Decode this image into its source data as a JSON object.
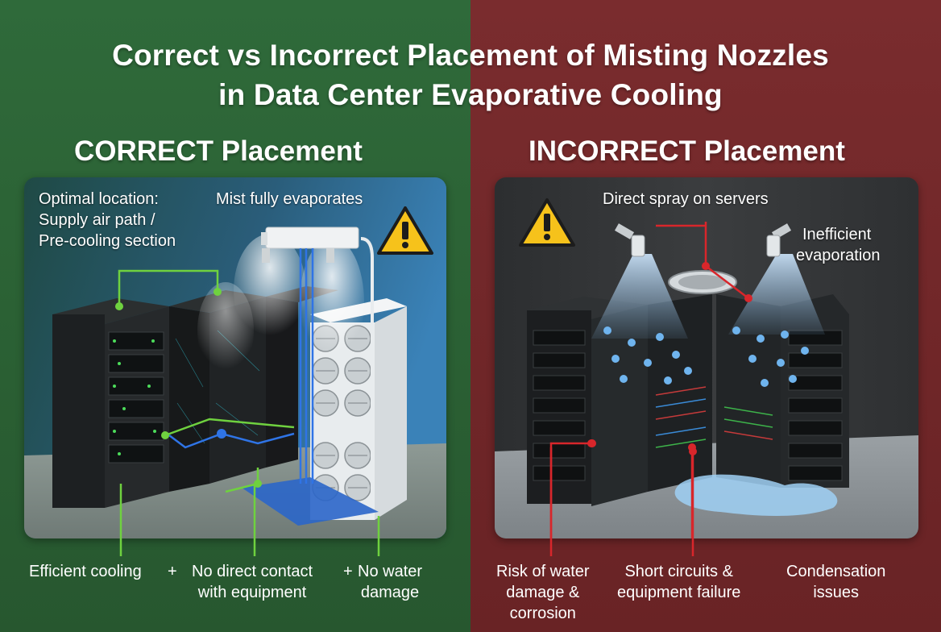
{
  "title": {
    "line1": "Correct vs Incorrect Placement of Misting Nozzles",
    "line2": "in Data Center Evaporative Cooling"
  },
  "colors": {
    "correct_bg": "#2f6a3a",
    "incorrect_bg": "#7a2c2e",
    "correct_line": "#6fd13f",
    "incorrect_line": "#d8262b",
    "warning_yellow": "#f6c21b"
  },
  "correct": {
    "heading": "CORRECT Placement",
    "callouts": {
      "location_line1": "Optimal location:",
      "location_line2": "Supply air path /",
      "location_line3": "Pre-cooling section",
      "mist": "Mist fully evaporates"
    },
    "captions": {
      "efficient": "Efficient cooling",
      "no_contact_line1": "No direct contact",
      "no_contact_line2": "with equipment",
      "no_water_line1": "No water",
      "no_water_line2": "damage"
    },
    "plus_sign": "+",
    "icons": [
      "warning-triangle-icon",
      "misting-nozzle-icon",
      "cooling-unit-fan-icon"
    ]
  },
  "incorrect": {
    "heading": "INCORRECT Placement",
    "callouts": {
      "direct_spray": "Direct spray on servers",
      "inefficient_line1": "Inefficient",
      "inefficient_line2": "evaporation"
    },
    "captions": {
      "risk_line1": "Risk of water",
      "risk_line2": "damage &",
      "risk_line3": "corrosion",
      "short_line1": "Short circuits &",
      "short_line2": "equipment failure",
      "condensation_line1": "Condensation",
      "condensation_line2": "issues"
    },
    "icons": [
      "warning-triangle-icon",
      "misting-nozzle-icon",
      "ceiling-fan-icon",
      "water-puddle-icon"
    ]
  }
}
